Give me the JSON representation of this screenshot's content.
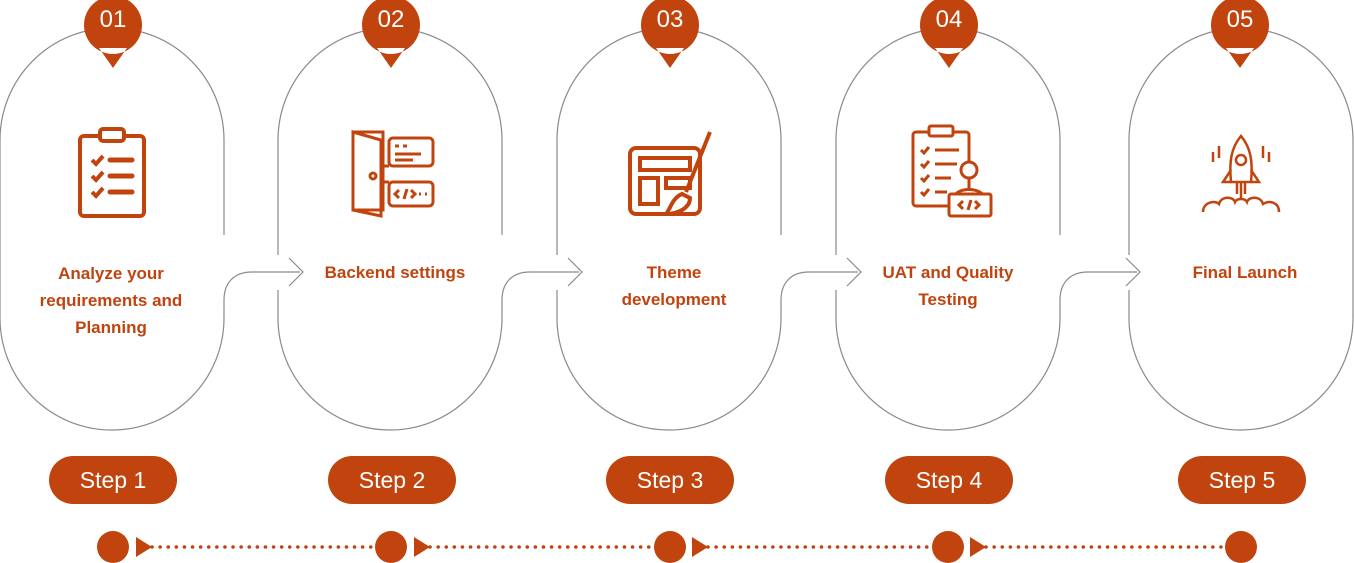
{
  "colors": {
    "accent": "#C1440E",
    "outline": "#8a8a8a",
    "background": "#ffffff"
  },
  "steps": [
    {
      "number": "01",
      "title_lines": [
        "Analyze your",
        "requirements and",
        "Planning"
      ],
      "button": "Step 1",
      "icon": "clipboard-checklist-icon"
    },
    {
      "number": "02",
      "title_lines": [
        "Backend settings"
      ],
      "button": "Step 2",
      "icon": "door-code-panel-icon"
    },
    {
      "number": "03",
      "title_lines": [
        "Theme",
        "development"
      ],
      "button": "Step 3",
      "icon": "layout-paintbrush-icon"
    },
    {
      "number": "04",
      "title_lines": [
        "UAT and Quality",
        "Testing"
      ],
      "button": "Step 4",
      "icon": "tester-checklist-laptop-icon"
    },
    {
      "number": "05",
      "title_lines": [
        "Final Launch"
      ],
      "button": "Step 5",
      "icon": "rocket-launch-icon"
    }
  ]
}
